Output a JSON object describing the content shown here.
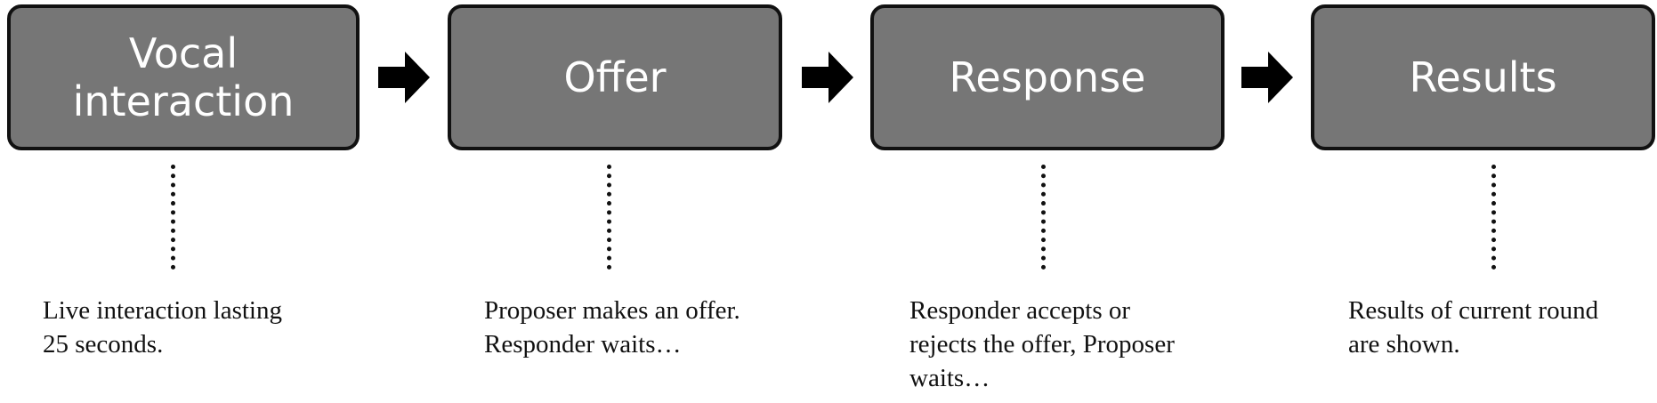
{
  "stages": [
    {
      "title": "Vocal\ninteraction",
      "caption": [
        "Live interaction lasting",
        "25 seconds."
      ]
    },
    {
      "title": "Offer",
      "caption": [
        "Proposer makes an offer.",
        "Responder waits…"
      ]
    },
    {
      "title": "Response",
      "caption": [
        "Responder accepts or",
        "rejects the offer, Proposer",
        "waits…"
      ]
    },
    {
      "title": "Results",
      "caption": [
        "Results of current round",
        "are shown."
      ]
    }
  ],
  "arrows": [
    {
      "icon": "right-arrow-icon"
    },
    {
      "icon": "right-arrow-icon"
    },
    {
      "icon": "right-arrow-icon"
    }
  ],
  "colors": {
    "box_fill": "#767676",
    "box_border": "#111111",
    "box_text": "#ffffff",
    "arrow": "#000000",
    "caption_text": "#111111",
    "background": "#ffffff"
  }
}
